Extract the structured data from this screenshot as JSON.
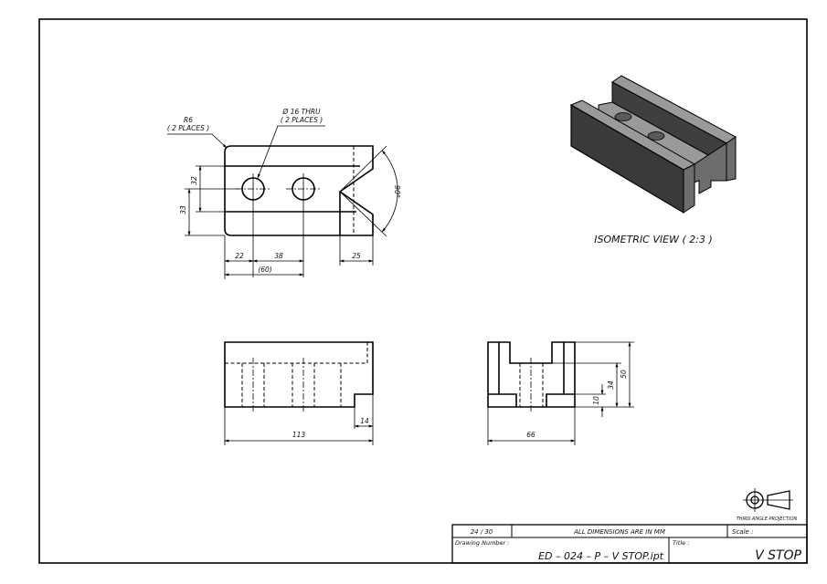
{
  "sheet": {
    "border_color": "#000000",
    "background": "#ffffff"
  },
  "top_view": {
    "callout_radius": "R6",
    "callout_radius_places": "( 2 PLACES )",
    "callout_hole": "Ø 16  THRU",
    "callout_hole_places": "( 2 PLACES )",
    "angle": "90°",
    "dims": {
      "d22": "22",
      "d38": "38",
      "d60": "(60)",
      "d25": "25",
      "d32": "32",
      "d33": "33"
    }
  },
  "isometric": {
    "caption": "ISOMETRIC VIEW ( 2:3 )",
    "face_dark": "#3a3a3a",
    "face_mid": "#6d6d6d",
    "face_light": "#9a9a9a"
  },
  "front_view": {
    "dims": {
      "d113": "113",
      "d14": "14"
    }
  },
  "side_view": {
    "dims": {
      "d66": "66",
      "d50": "50",
      "d34": "34",
      "d10": "10"
    }
  },
  "projection_symbol": {
    "label": "THIRD ANGLE PROJECTION"
  },
  "title_block": {
    "sheet": "24  / 30",
    "note": "ALL DIMENSIONS ARE IN MM",
    "scale_label": "Scale :",
    "scale_value": "",
    "drawing_number_label": "Drawing Number :",
    "drawing_number": "ED  –  024  –  P  –  V  STOP.ipt",
    "title_label": "Title :",
    "title": "V  STOP"
  }
}
